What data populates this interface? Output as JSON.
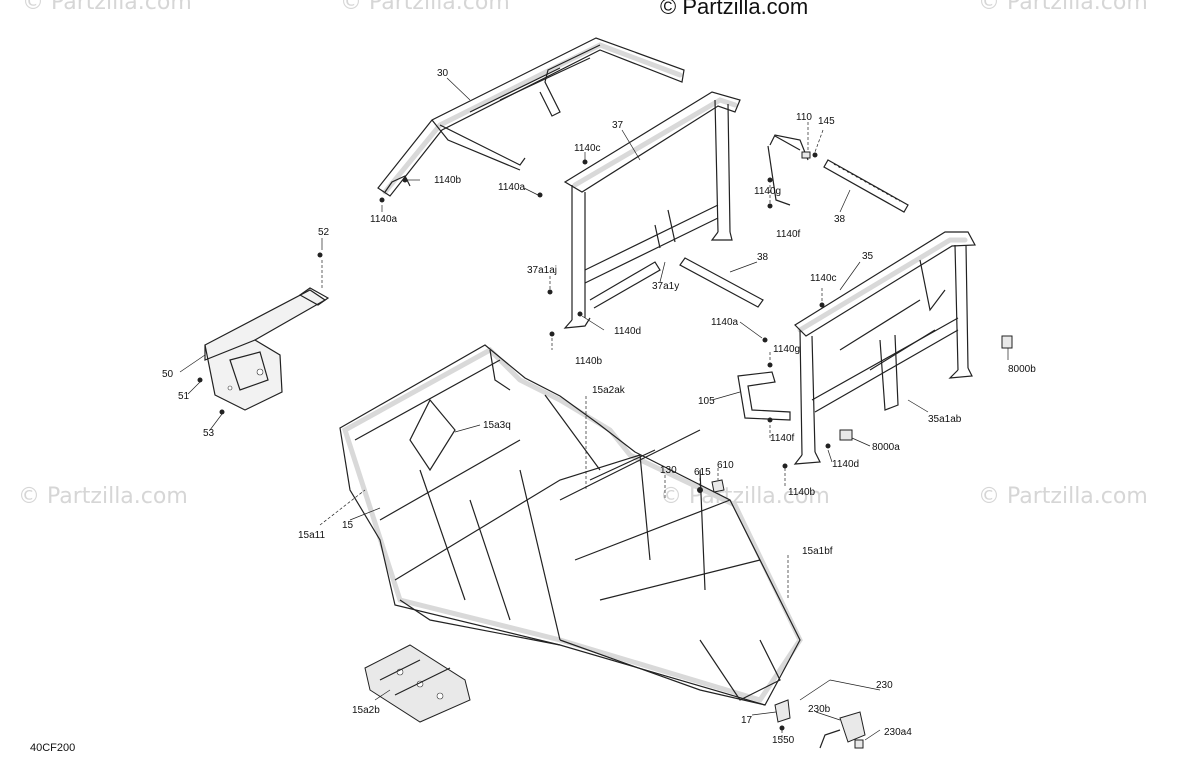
{
  "watermarks": {
    "brand": "© Partzilla.com",
    "faint": "© Partzilla.com"
  },
  "diagram_code": "40CF200",
  "callouts": {
    "c30": "30",
    "c37": "37",
    "c1140c_top": "1140c",
    "c1140a_mid": "1140a",
    "c1140b_top": "1140b",
    "c1140a_left": "1140a",
    "c110": "110",
    "c145": "145",
    "c1140g_top": "1140g",
    "c1140f_top": "1140f",
    "c38_right": "38",
    "c52": "52",
    "c37a1aj": "37a1aj",
    "c37a1y": "37a1y",
    "c38_mid": "38",
    "c1140c_right": "1140c",
    "c35": "35",
    "c1140d_mid": "1140d",
    "c1140b_mid": "1140b",
    "c1140a_right": "1140a",
    "c1140g_right": "1140g",
    "c8000b": "8000b",
    "c50": "50",
    "c51": "51",
    "c53": "53",
    "c15a2ak": "15a2ak",
    "c105": "105",
    "c35a1ab": "35a1ab",
    "c15a3q": "15a3q",
    "c1140f_right": "1140f",
    "c8000a": "8000a",
    "c1140d_right": "1140d",
    "c130": "130",
    "c615": "615",
    "c610": "610",
    "c1140b_right": "1140b",
    "c15a11": "15a11",
    "c15": "15",
    "c15a1bf": "15a1bf",
    "c230": "230",
    "c15a2b": "15a2b",
    "c17": "17",
    "c230b": "230b",
    "c230a4": "230a4",
    "c1550": "1550"
  },
  "colors": {
    "line": "#222222",
    "tube_shade": "#d9d9d9",
    "watermark": "#d6d6d6"
  }
}
